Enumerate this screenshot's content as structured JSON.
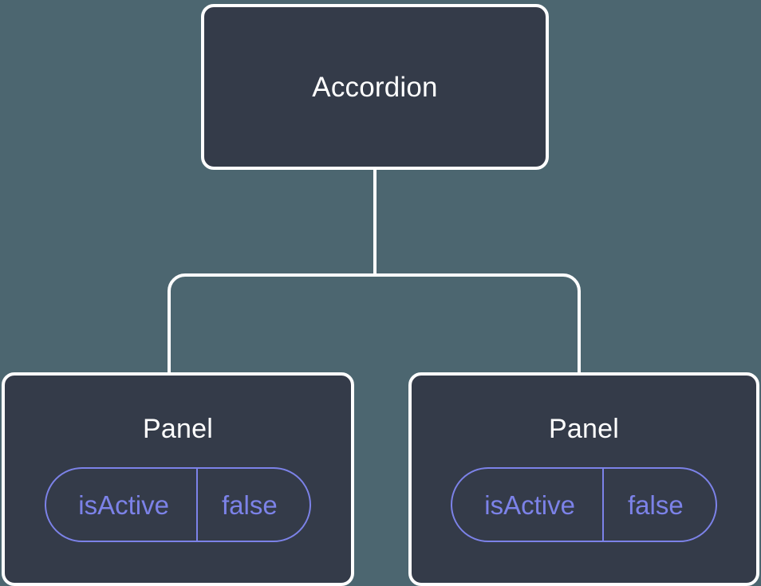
{
  "diagram": {
    "type": "component-tree",
    "background_color": "#4c6670",
    "node_fill_color": "#343b49",
    "node_border_color": "#ffffff",
    "edge_color": "#ffffff",
    "prop_accent_color": "#7c82e8",
    "root": {
      "label": "Accordion"
    },
    "children": [
      {
        "label": "Panel",
        "props": [
          {
            "key": "isActive",
            "value": "false"
          }
        ]
      },
      {
        "label": "Panel",
        "props": [
          {
            "key": "isActive",
            "value": "false"
          }
        ]
      }
    ]
  }
}
